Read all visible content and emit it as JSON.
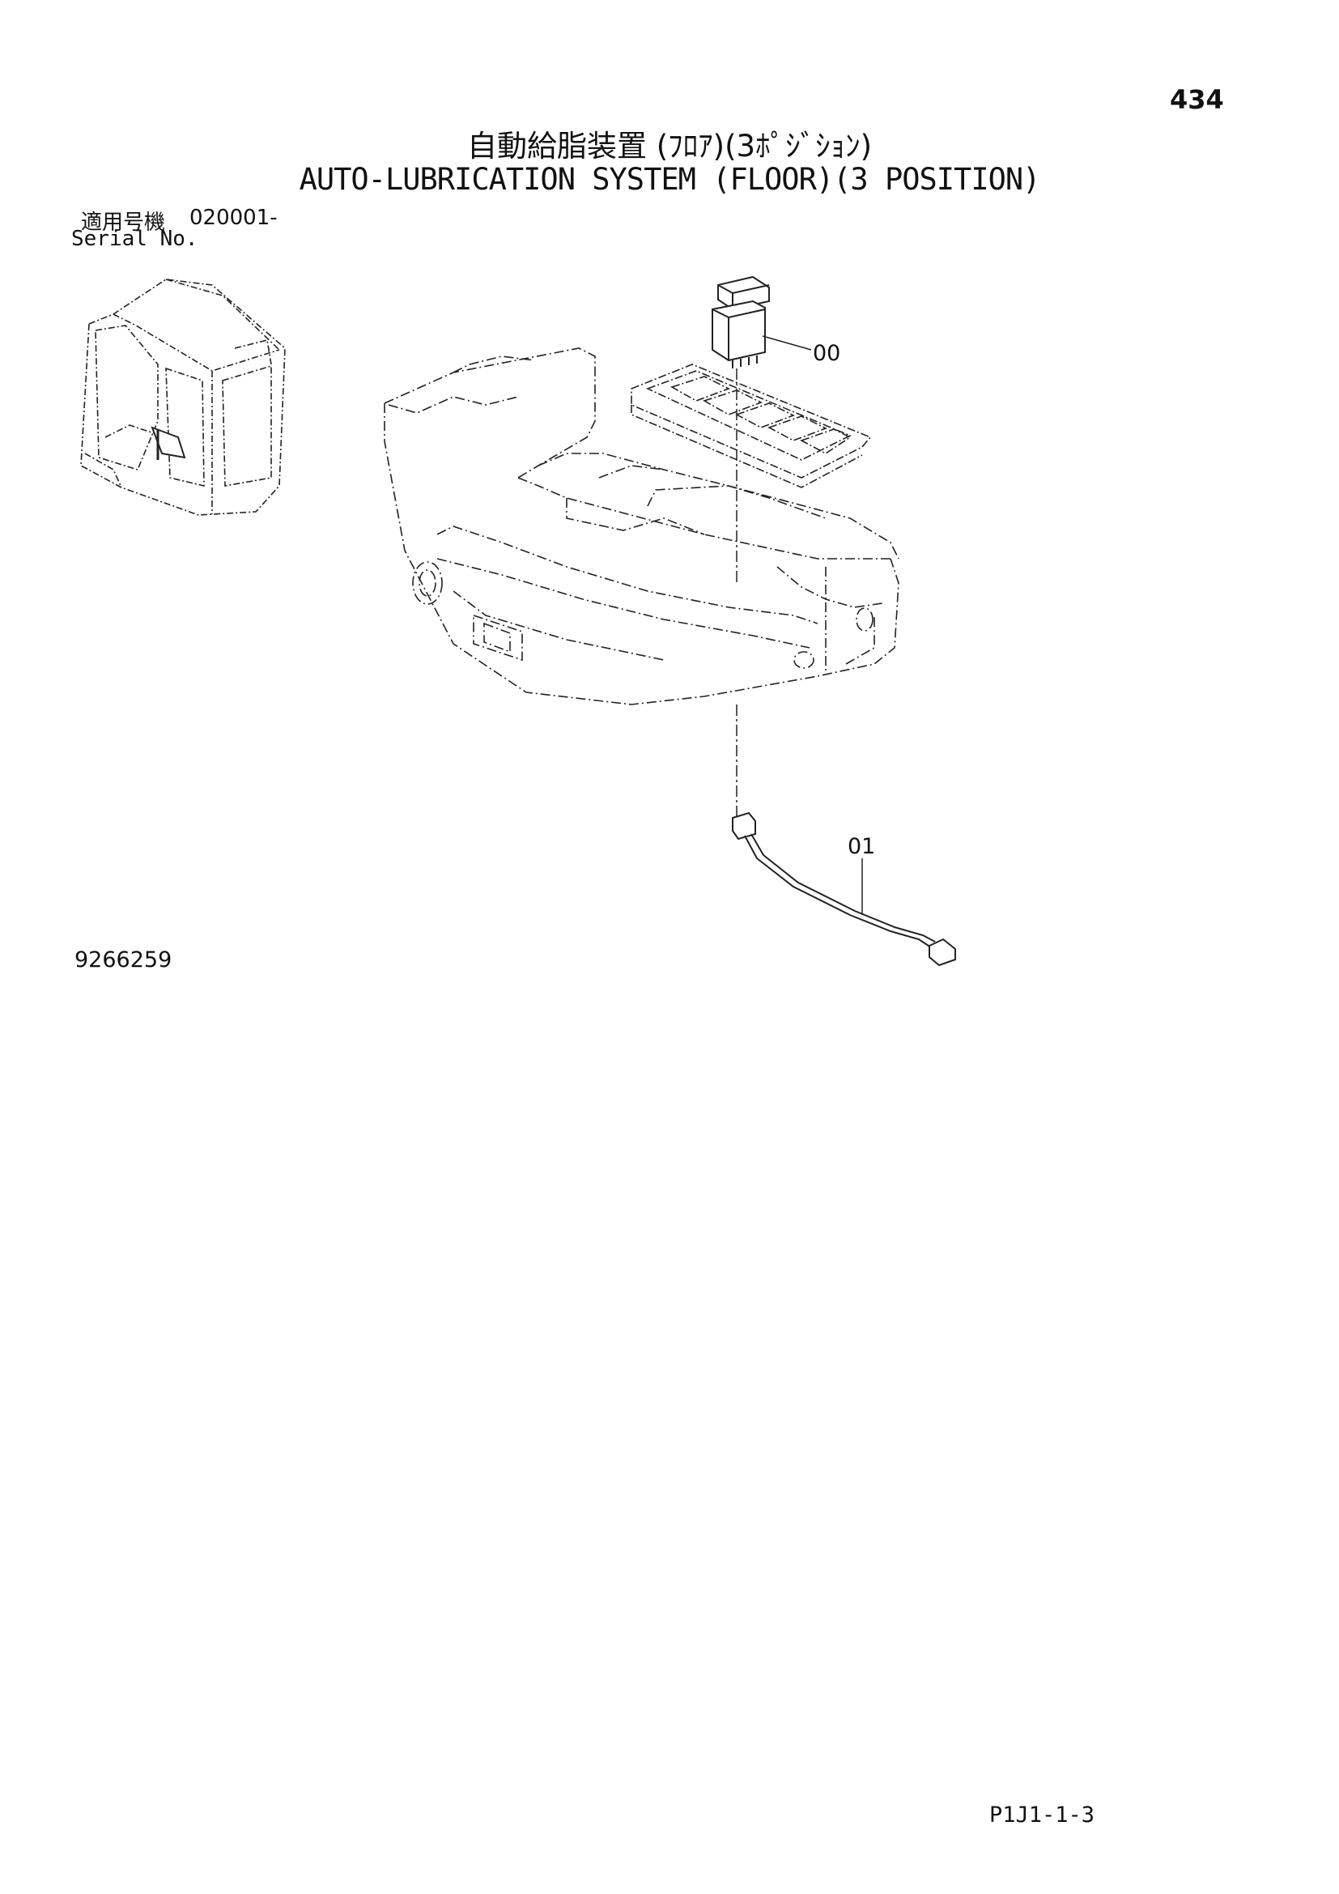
{
  "page_number": "434",
  "title_jp": "自動給脂装置 (ﾌﾛｱ)(3ﾎﾟｼﾞｼｮﾝ)",
  "title_en": "AUTO-LUBRICATION SYSTEM (FLOOR)(3 POSITION)",
  "serial": {
    "label_jp": "適用号機",
    "value": "020001-",
    "label_en": "Serial No."
  },
  "parts": [
    {
      "callout": "00"
    },
    {
      "callout": "01"
    }
  ],
  "drawing_number": "9266259",
  "page_ref": "P1J1-1-3"
}
